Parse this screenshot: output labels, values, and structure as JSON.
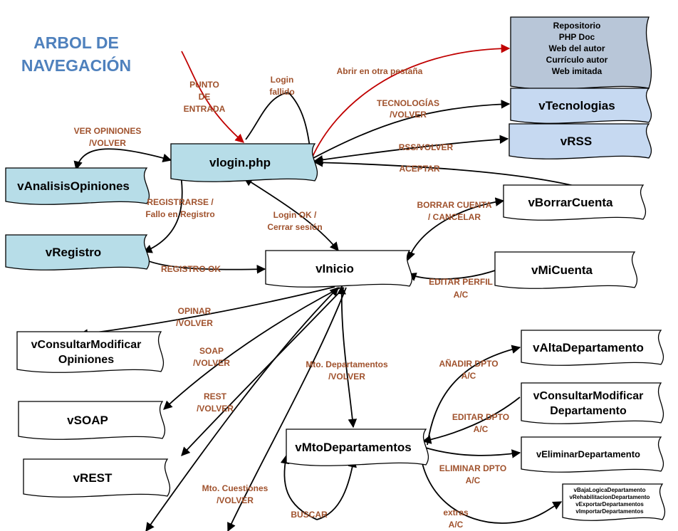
{
  "title": {
    "line1": "ARBOL DE",
    "line2": "NAVEGACIÓN"
  },
  "colors": {
    "tag_blue_fill": "#b7dde8",
    "tag_light_fill": "#c6d9f1",
    "tag_gray_fill": "#b8c6d8",
    "tag_white_fill": "#ffffff",
    "edge_label": "#a0522d",
    "highlight_arrow": "#c00000",
    "title": "#4f81bd"
  },
  "nodes": {
    "vlogin": "vlogin.php",
    "vanalisis": "vAnalisisOpiniones",
    "vregistro": "vRegistro",
    "vinicio": "vInicio",
    "vconsultar_opiniones": [
      "vConsultarModificar",
      "Opiniones"
    ],
    "vsoap": "vSOAP",
    "vrest": "vREST",
    "repositorio": [
      "Repositorio",
      "PHP Doc",
      "Web del autor",
      "Currículo autor",
      "Web imitada"
    ],
    "vtecnologias": "vTecnologias",
    "vrss": "vRSS",
    "vborrar": "vBorrarCuenta",
    "vmicuenta": "vMiCuenta",
    "valta": "vAltaDepartamento",
    "vconsultar_dpto": [
      "vConsultarModificar",
      "Departamento"
    ],
    "veliminar": "vEliminarDepartamento",
    "vmto": "vMtoDepartamentos",
    "extras_list": [
      "vBajaLogicaDepartamento",
      "vRehabilitacionDepartamento",
      "vExportarDepartamentos",
      "vImportarDepartamentos"
    ]
  },
  "edges": {
    "punto_entrada": [
      "PUNTO",
      "DE",
      "ENTRADA"
    ],
    "login_fallido": [
      "Login",
      "fallido"
    ],
    "abrir_pestana": [
      "Abrir en otra pestaña"
    ],
    "tecnologias": [
      "TECNOLOGÍAS",
      "/VOLVER"
    ],
    "rss": [
      "RSS/VOLVER"
    ],
    "aceptar": [
      "ACEPTAR"
    ],
    "ver_opiniones": [
      "VER OPINIONES",
      "/VOLVER"
    ],
    "registrarse": [
      "REGISTRARSE /",
      "Fallo en Registro"
    ],
    "login_ok": [
      "Login OK /",
      "Cerrar sesión"
    ],
    "borrar_cuenta": [
      "BORRAR CUENTA",
      "/ CANCELAR"
    ],
    "registro_ok": [
      "REGISTRO OK"
    ],
    "editar_perfil": [
      "EDITAR PERFIL",
      "A/C"
    ],
    "opinar": [
      "OPINAR",
      "/VOLVER"
    ],
    "soap": [
      "SOAP",
      "/VOLVER"
    ],
    "rest": [
      "REST",
      "/VOLVER"
    ],
    "mto_departamentos": [
      "Mto. Departamentos",
      "/VOLVER"
    ],
    "anadir_dpto": [
      "AÑADIR DPTO",
      "A/C"
    ],
    "editar_dpto": [
      "EDITAR DPTO",
      "A/C"
    ],
    "eliminar_dpto": [
      "ELIMINAR DPTO",
      "A/C"
    ],
    "mto_cuestiones": [
      "Mto. Cuestiones",
      "/VOLVER"
    ],
    "buscar": [
      "BUSCAR"
    ],
    "extras": [
      "extras",
      "A/C"
    ]
  }
}
